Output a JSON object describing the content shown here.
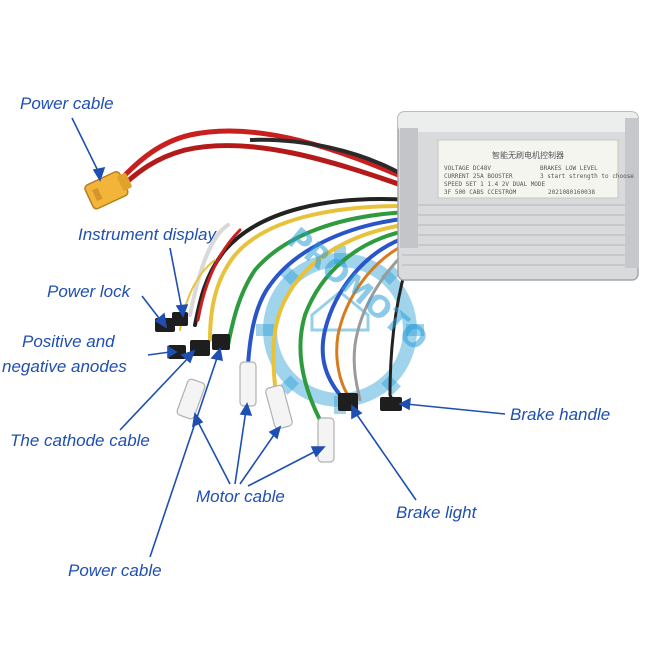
{
  "callouts": {
    "power_cable_top": "Power cable",
    "instrument_display": "Instrument display",
    "power_lock": "Power lock",
    "positive_negative_line1": "Positive and",
    "positive_negative_line2": "negative anodes",
    "cathode_cable": "The cathode cable",
    "motor_cable": "Motor cable",
    "brake_light": "Brake light",
    "brake_handle": "Brake handle",
    "power_cable_bottom": "Power cable"
  },
  "controller_label": {
    "title": "智能无刷电机控制器",
    "row1_left": "VOLTAGE  DC48V",
    "row1_right": "BRAKES  LOW LEVEL",
    "row2_left": "CURRENT  25A BOOSTER",
    "row2_right": "3 start strength to choose",
    "row3_left": "SPEED  SET 1 1.4 2V DUAL MODE",
    "row3_right": "",
    "row4_left": "3F 500 CABS CCESTROM",
    "row4_right": "2021080160038"
  },
  "watermark": {
    "text": "PROMOTO"
  },
  "colors": {
    "callout_text": "#1f4fb0",
    "arrow_line": "#1f4fb0",
    "case_aluminum": "#d9dadc",
    "watermark": "#2d9fd6",
    "connector_yellow": "#f2b53a"
  },
  "icons": {
    "main_object": "brushless-motor-controller",
    "connector_xt60": "xt60-plug-icon",
    "watermark_logo": "gear-logo-icon"
  }
}
